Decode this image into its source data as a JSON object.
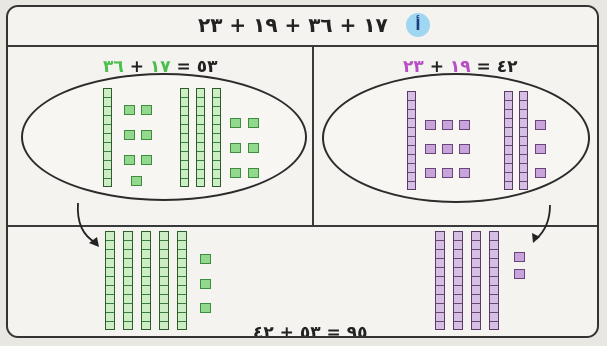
{
  "badge": "أ",
  "title": "١٧ + ٣٦ + ١٩ + ٢٣",
  "left_panel": {
    "lhs": "٥٣",
    "eq": "=",
    "a": "١٧",
    "plus": "+",
    "b": "٣٦"
  },
  "right_panel": {
    "lhs": "٤٢",
    "eq": "=",
    "a": "١٩",
    "plus": "+",
    "b": "٢٣"
  },
  "result": "٩٥ = ٥٣ + ٤٢",
  "colors": {
    "green": "#4cc04c",
    "purple": "#b64fc4",
    "badge": "#9fd6f2"
  }
}
